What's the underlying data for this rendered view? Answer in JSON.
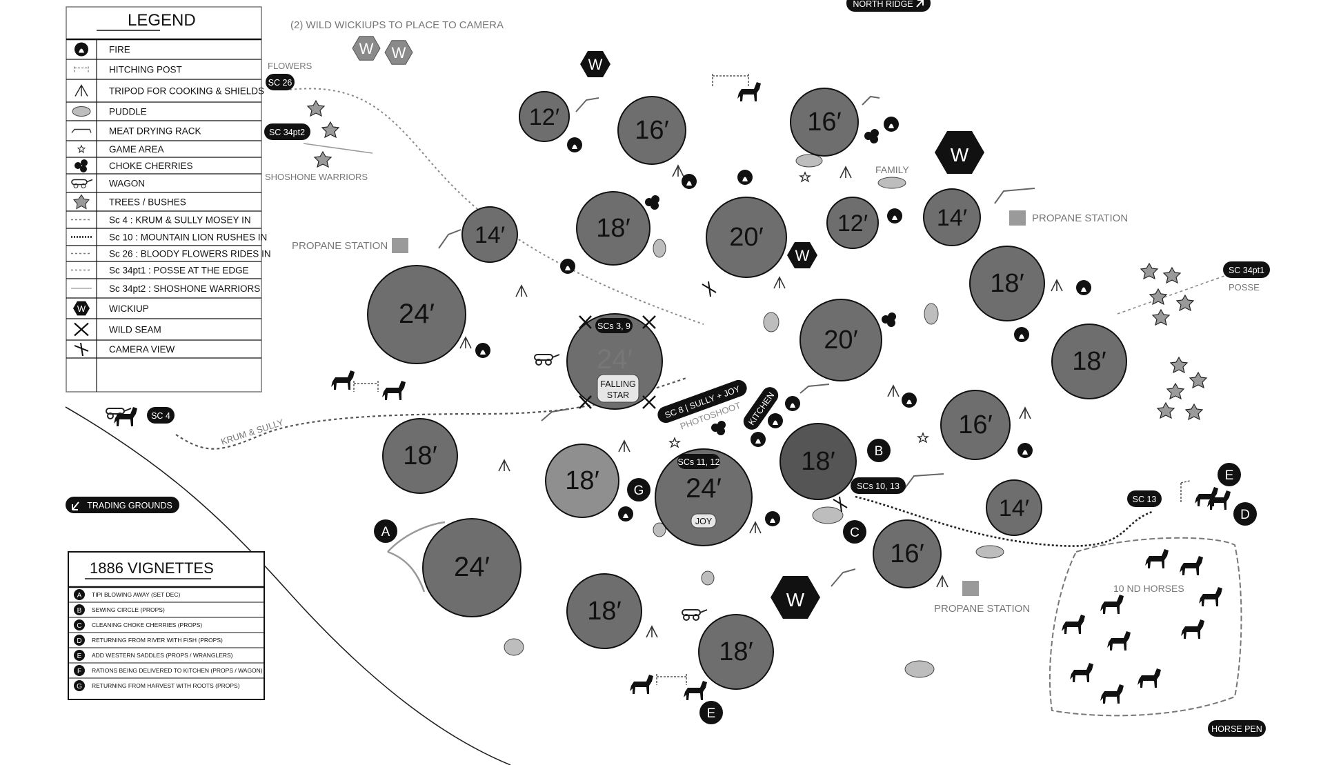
{
  "legend": {
    "title": "LEGEND",
    "items": [
      {
        "icon": "fire-icon",
        "label": "FIRE"
      },
      {
        "icon": "hitching-post-icon",
        "label": "HITCHING POST"
      },
      {
        "icon": "tripod-icon",
        "label": "TRIPOD FOR COOKING & SHIELDS"
      },
      {
        "icon": "puddle-icon",
        "label": "PUDDLE"
      },
      {
        "icon": "meat-drying-rack-icon",
        "label": "MEAT DRYING RACK"
      },
      {
        "icon": "game-area-icon",
        "label": "GAME AREA"
      },
      {
        "icon": "choke-cherries-icon",
        "label": "CHOKE CHERRIES"
      },
      {
        "icon": "wagon-icon",
        "label": "WAGON"
      },
      {
        "icon": "trees-bushes-icon",
        "label": "TREES / BUSHES"
      },
      {
        "icon": "dash-line-icon",
        "label": "Sc 4 : KRUM & SULLY MOSEY IN"
      },
      {
        "icon": "dotted-line-icon",
        "label": "Sc 10 : MOUNTAIN LION RUSHES IN"
      },
      {
        "icon": "dash-line-icon",
        "label": "Sc 26 : BLOODY FLOWERS RIDES IN"
      },
      {
        "icon": "dash-line-icon",
        "label": "Sc 34pt1 : POSSE AT THE EDGE"
      },
      {
        "icon": "thin-line-icon",
        "label": "Sc 34pt2 : SHOSHONE WARRIORS"
      },
      {
        "icon": "wickiup-icon",
        "label": "WICKIUP"
      },
      {
        "icon": "wild-seam-icon",
        "label": "WILD SEAM"
      },
      {
        "icon": "camera-view-icon",
        "label": "CAMERA VIEW"
      }
    ]
  },
  "vignettes": {
    "title": "1886 VIGNETTES",
    "items": [
      {
        "letter": "A",
        "label": "TIPI BLOWING AWAY (SET DEC)"
      },
      {
        "letter": "B",
        "label": "SEWING CIRCLE (PROPS)"
      },
      {
        "letter": "C",
        "label": "CLEANING CHOKE CHERRIES (PROPS)"
      },
      {
        "letter": "D",
        "label": "RETURNING FROM RIVER WITH FISH (PROPS)"
      },
      {
        "letter": "E",
        "label": "ADD WESTERN SADDLES (PROPS / WRANGLERS)"
      },
      {
        "letter": "F",
        "label": "RATIONS BEING DELIVERED TO KITCHEN (PROPS / WAGON)"
      },
      {
        "letter": "G",
        "label": "RETURNING FROM HARVEST WITH ROOTS (PROPS)"
      }
    ]
  },
  "tipis": [
    {
      "size": "12′",
      "shade": "mid"
    },
    {
      "size": "16′",
      "shade": "mid"
    },
    {
      "size": "16′",
      "shade": "mid"
    },
    {
      "size": "18′",
      "shade": "mid"
    },
    {
      "size": "20′",
      "shade": "mid"
    },
    {
      "size": "12′",
      "shade": "mid"
    },
    {
      "size": "14′",
      "shade": "mid"
    },
    {
      "size": "14′",
      "shade": "mid"
    },
    {
      "size": "24′",
      "shade": "mid"
    },
    {
      "size": "24′",
      "shade": "mid"
    },
    {
      "size": "20′",
      "shade": "mid"
    },
    {
      "size": "18′",
      "shade": "mid"
    },
    {
      "size": "18′",
      "shade": "mid"
    },
    {
      "size": "18′",
      "shade": "mid"
    },
    {
      "size": "18′",
      "shade": "light"
    },
    {
      "size": "24′",
      "shade": "mid"
    },
    {
      "size": "18′",
      "shade": "dark"
    },
    {
      "size": "16′",
      "shade": "mid"
    },
    {
      "size": "14′",
      "shade": "mid"
    },
    {
      "size": "24′",
      "shade": "mid"
    },
    {
      "size": "18′",
      "shade": "mid"
    },
    {
      "size": "18′",
      "shade": "mid"
    },
    {
      "size": "16′",
      "shade": "mid"
    }
  ],
  "wickiup_letter": "W",
  "vignette_markers": [
    "A",
    "B",
    "C",
    "D",
    "E",
    "E",
    "G"
  ],
  "scene_pills": {
    "sc26": "SC 26",
    "sc34pt2": "SC 34pt2",
    "sc34pt1": "SC 34pt1",
    "sc4": "SC 4",
    "sc13": "SC 13",
    "sc1013": "SCs 10, 13",
    "sc39": "SCs 3, 9",
    "sc1112": "SCs 11, 12",
    "sc8": "SC 8 | SULLY + JOY",
    "kitchen": "KITCHEN",
    "trading": "TRADING GROUNDS",
    "north_ridge": "NORTH RIDGE",
    "horse_pen": "HORSE PEN"
  },
  "tipi_tags": {
    "falling_star_1": "FALLING",
    "falling_star_2": "STAR",
    "joy": "JOY"
  },
  "notes": {
    "wild_wickiups": "(2) WILD WICKIUPS TO PLACE TO CAMERA",
    "flowers": "FLOWERS",
    "shoshone": "SHOSHONE WARRIORS",
    "propane_left": "PROPANE STATION",
    "propane_right": "PROPANE STATION",
    "propane_bottom": "PROPANE STATION",
    "family": "FAMILY",
    "posse": "POSSE",
    "krum_sully": "KRUM & SULLY",
    "photoshoot": "PHOTOSHOOT",
    "horses_count": "10 ND HORSES"
  },
  "colors": {
    "tipi_mid": "#6e6e6e",
    "tipi_light": "#8f8f8f",
    "tipi_dark": "#555555",
    "ink": "#111111",
    "puddle": "#bdbdbd",
    "note_gray": "#777777"
  }
}
